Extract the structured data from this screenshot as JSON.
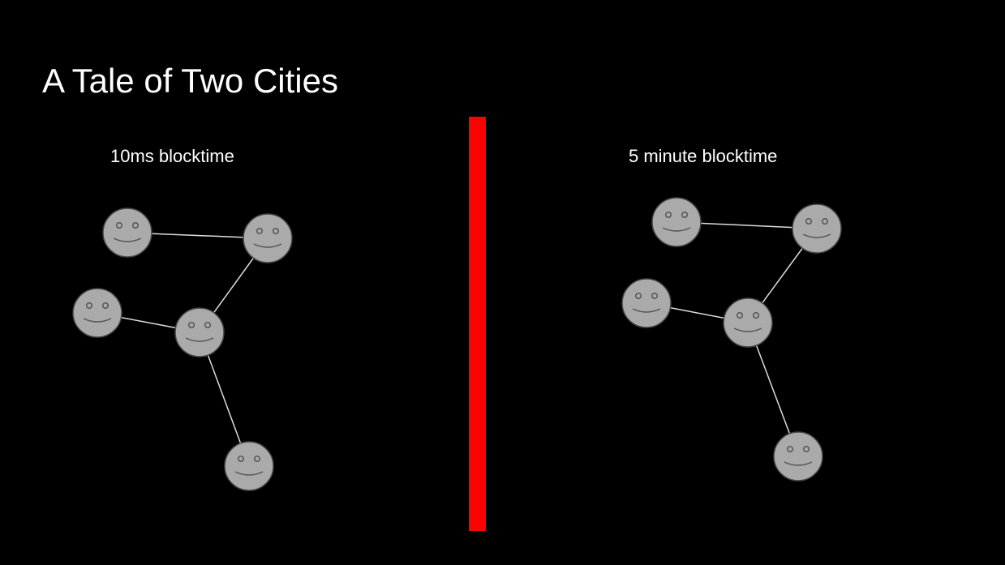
{
  "slide": {
    "title": "A Tale of Two Cities",
    "left_label": "10ms blocktime",
    "right_label": "5 minute blocktime"
  },
  "colors": {
    "background": "#000000",
    "divider": "#ff0000",
    "face": "#aaaaaa",
    "edge": "#ffffff"
  },
  "icons": {
    "node": "smiley-face-icon"
  }
}
